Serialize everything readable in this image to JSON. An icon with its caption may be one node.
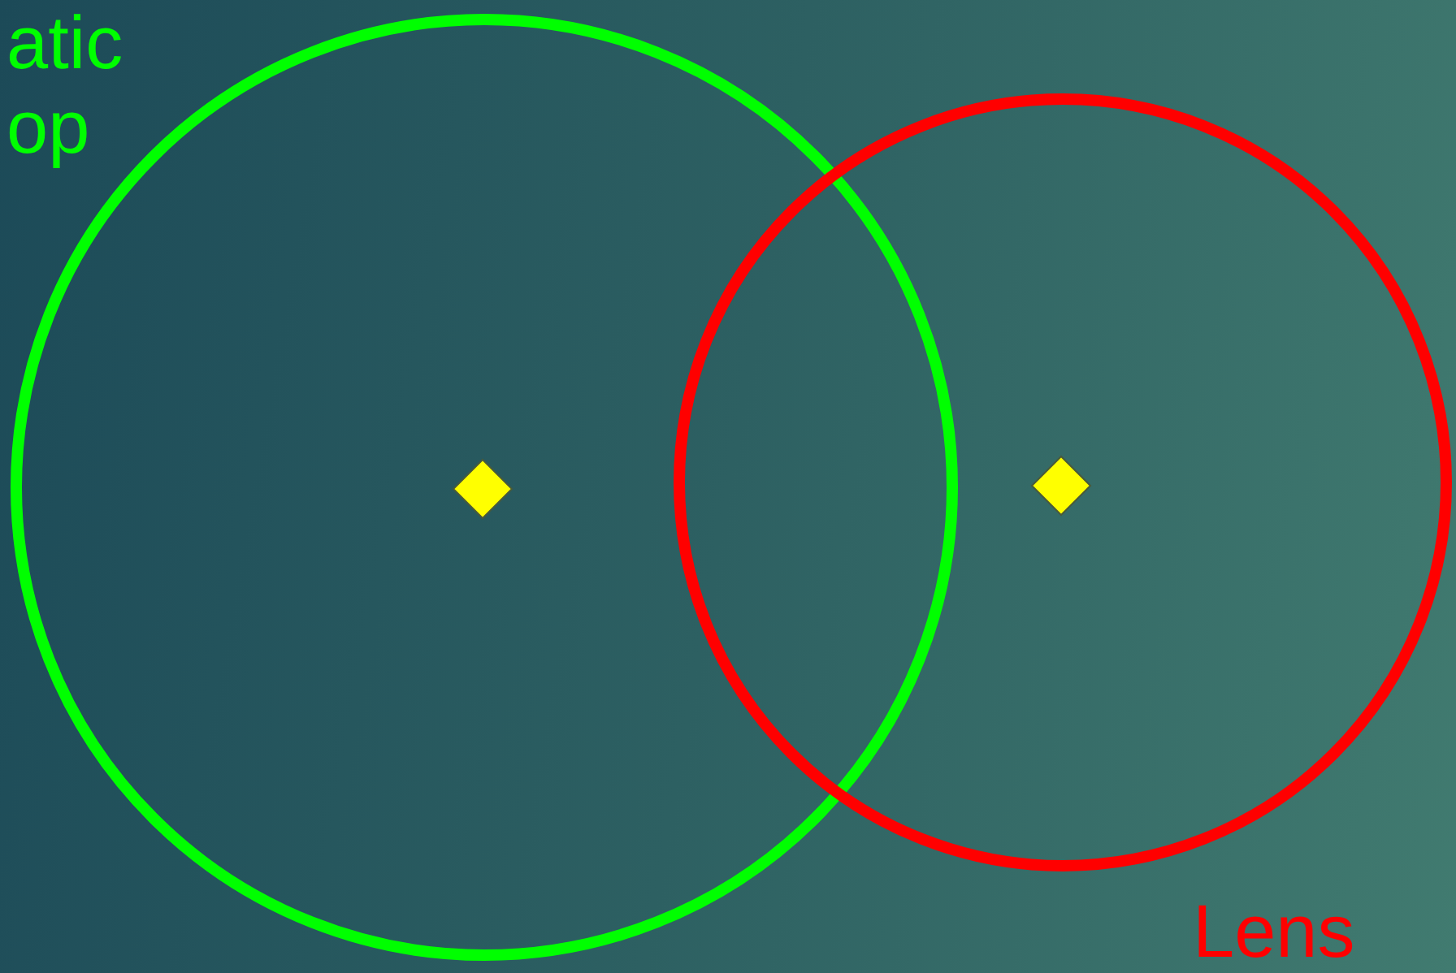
{
  "diagram": {
    "nodes": [
      {
        "text": [
          "atic op"
        ]
      },
      {
        "text": [
          "Lens"
        ]
      },
      {
        "text": [],
        "shape": "diamond",
        "in": 0
      },
      {
        "text": [],
        "shape": "diamond",
        "in": 1
      }
    ]
  }
}
